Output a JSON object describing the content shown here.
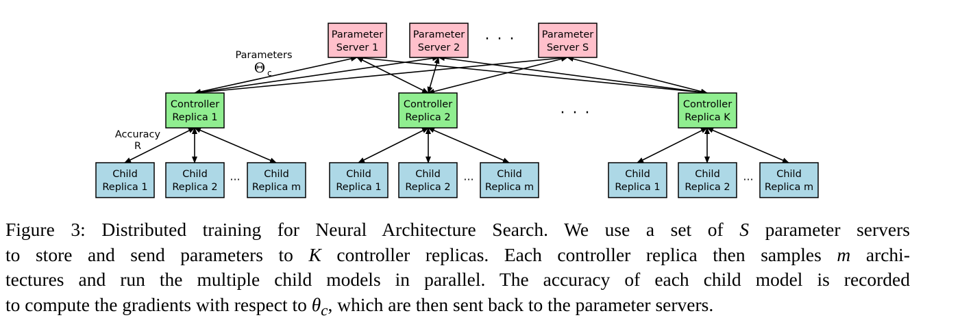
{
  "param_servers": [
    {
      "line1": "Parameter",
      "line2": "Server 1"
    },
    {
      "line1": "Parameter",
      "line2": "Server 2"
    },
    {
      "line1": "Parameter",
      "line2": "Server S"
    }
  ],
  "controllers": [
    {
      "line1": "Controller",
      "line2": "Replica 1"
    },
    {
      "line1": "Controller",
      "line2": "Replica 2"
    },
    {
      "line1": "Controller",
      "line2": "Replica K"
    }
  ],
  "child_groups": [
    [
      {
        "line1": "Child",
        "line2": "Replica 1"
      },
      {
        "line1": "Child",
        "line2": "Replica 2"
      },
      {
        "line1": "Child",
        "line2": "Replica m"
      }
    ],
    [
      {
        "line1": "Child",
        "line2": "Replica 1"
      },
      {
        "line1": "Child",
        "line2": "Replica 2"
      },
      {
        "line1": "Child",
        "line2": "Replica m"
      }
    ],
    [
      {
        "line1": "Child",
        "line2": "Replica 1"
      },
      {
        "line1": "Child",
        "line2": "Replica 2"
      },
      {
        "line1": "Child",
        "line2": "Replica m"
      }
    ]
  ],
  "annotations": {
    "parameters_label": "Parameters",
    "theta": "Θ",
    "theta_sub": "c",
    "accuracy_label": "Accuracy",
    "accuracy_symbol": "R"
  },
  "ellipsis": "· · ·",
  "ellipsis_small": "···",
  "colors": {
    "param_server_fill": "#ffc0cb",
    "controller_fill": "#90ee90",
    "child_fill": "#add8e6",
    "stroke": "#000000"
  },
  "caption": {
    "line1_a": "Figure 3: Distributed training for Neural Architecture Search. We use a set of ",
    "line1_var": "S",
    "line1_b": " parameter servers",
    "line2_a": "to store and send parameters to ",
    "line2_var": "K",
    "line2_b": " controller replicas. Each controller replica then samples ",
    "line2_var2": "m",
    "line2_c": " archi-",
    "line3": "tectures and run the multiple child models in parallel. The accuracy of each child model is recorded",
    "line4_a": "to compute the gradients with respect to ",
    "line4_var": "θ",
    "line4_sub": "c",
    "line4_b": ", which are then sent back to the parameter servers."
  }
}
